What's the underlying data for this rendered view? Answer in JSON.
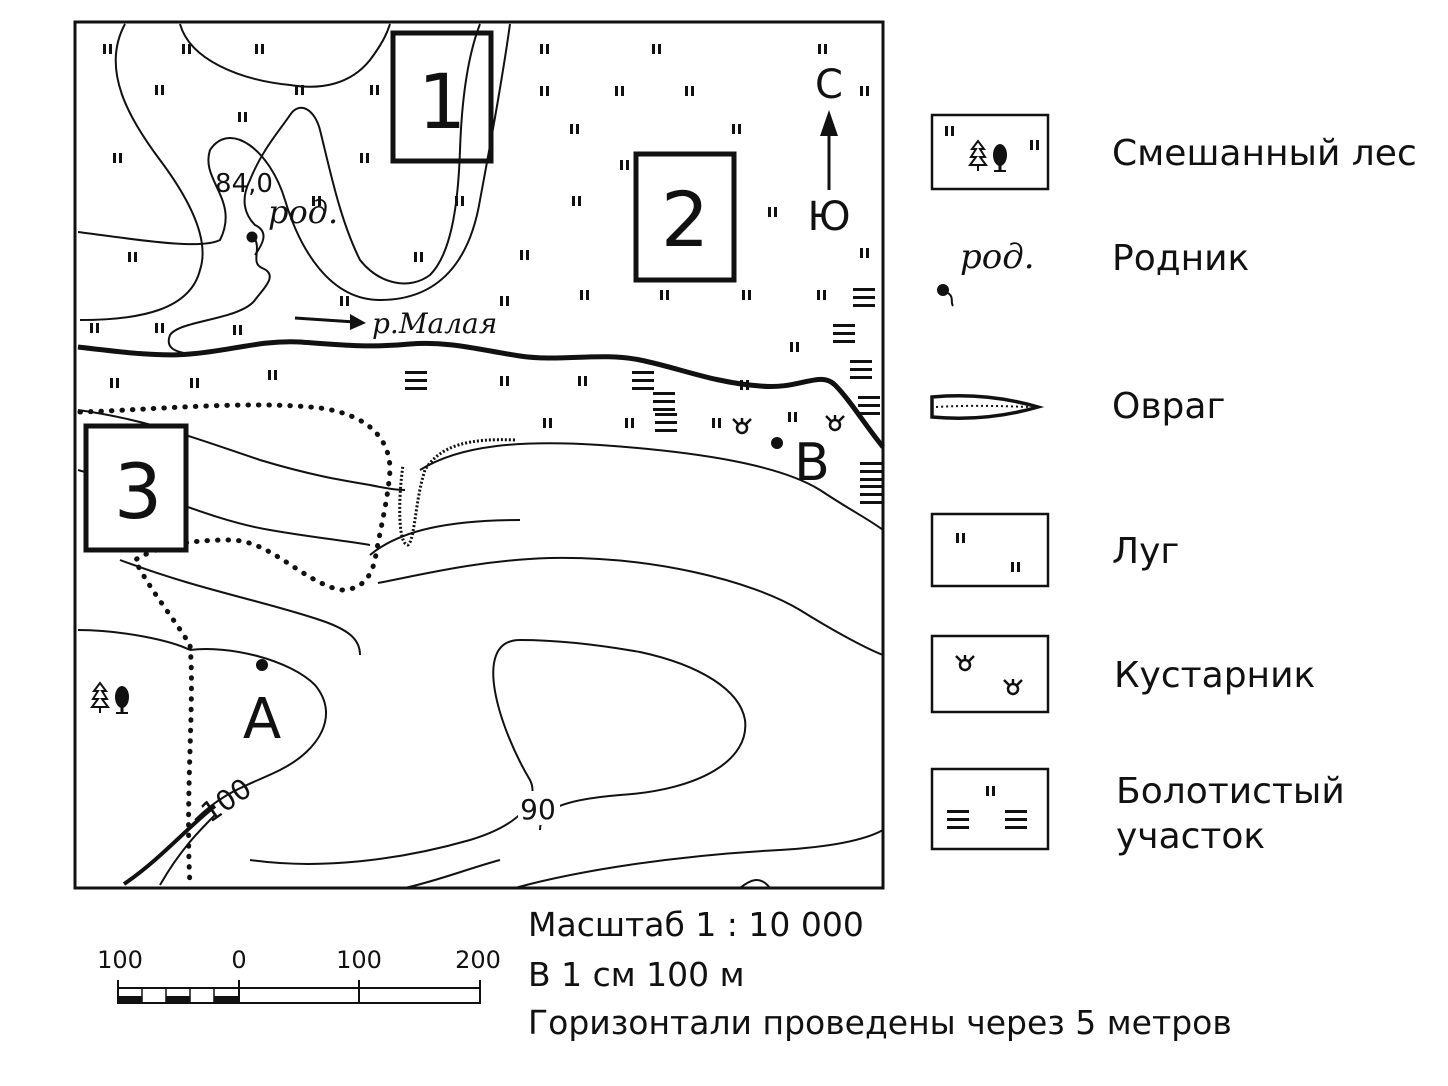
{
  "map": {
    "squares": [
      "1",
      "2",
      "3"
    ],
    "north": "С",
    "south": "Ю",
    "spring_label": "род.",
    "river_label": "р.Малая",
    "elevation_mark": "84,0",
    "point_a": "А",
    "point_b": "В",
    "contour_100": "100",
    "contour_90": "90"
  },
  "legend": [
    {
      "icon": "mixed-forest-icon",
      "label": "Смешанный лес"
    },
    {
      "icon": "spring-icon",
      "label": "Родник",
      "symbol_text": "род."
    },
    {
      "icon": "ravine-icon",
      "label": "Овраг"
    },
    {
      "icon": "meadow-icon",
      "label": "Луг"
    },
    {
      "icon": "shrub-icon",
      "label": "Кустарник"
    },
    {
      "icon": "swamp-icon",
      "label": "Болотистый участок",
      "line1": "Болотистый",
      "line2": "участок"
    }
  ],
  "scale_bar": {
    "ticks": [
      "100",
      "0",
      "100",
      "200"
    ]
  },
  "caption": {
    "scale": "Масштаб 1 : 10 000",
    "cm": "В 1 см 100 м",
    "contours": "Горизонтали проведены через 5 метров"
  }
}
